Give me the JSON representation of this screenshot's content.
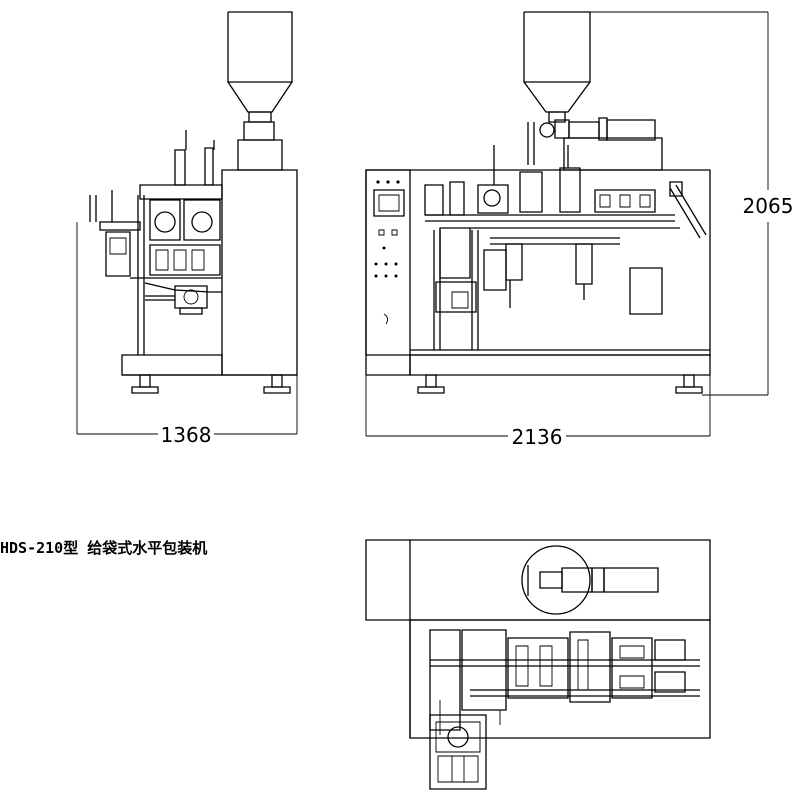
{
  "title": "HDS-210型 给袋式水平包装机",
  "dimensions": {
    "side_width": "1368",
    "front_width": "2136",
    "height": "2065"
  },
  "views": {
    "side_view": "side-elevation",
    "front_view": "front-elevation",
    "top_view": "plan-view"
  }
}
